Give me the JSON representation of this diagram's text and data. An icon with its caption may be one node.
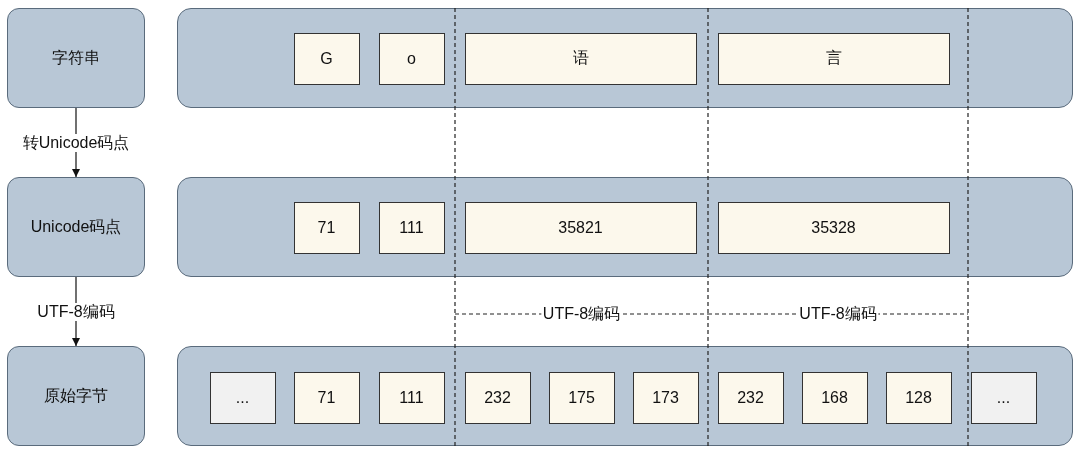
{
  "diagram": {
    "nodes": [
      {
        "text": [
          "字符串"
        ]
      },
      {
        "text": [],
        "shape": "box"
      },
      {
        "text": [
          "G"
        ],
        "in": 1
      },
      {
        "text": [
          "o"
        ],
        "in": 1
      },
      {
        "text": [
          "语"
        ],
        "in": 1
      },
      {
        "text": [
          "言"
        ],
        "in": 1
      },
      {
        "text": [
          "Unicode码点"
        ]
      },
      {
        "text": [],
        "shape": "box"
      },
      {
        "text": [
          "71"
        ],
        "in": 7
      },
      {
        "text": [
          "111"
        ],
        "in": 7
      },
      {
        "text": [
          "35821"
        ],
        "in": 7
      },
      {
        "text": [
          "35328"
        ],
        "in": 7
      },
      {
        "text": [
          "原始字节"
        ]
      },
      {
        "text": [],
        "shape": "box"
      },
      {
        "text": [
          "..."
        ],
        "in": 13
      },
      {
        "text": [
          "71"
        ],
        "in": 13
      },
      {
        "text": [
          "111"
        ],
        "in": 13
      },
      {
        "text": [
          "232"
        ],
        "in": 13
      },
      {
        "text": [
          "175"
        ],
        "in": 13
      },
      {
        "text": [
          "173"
        ],
        "in": 13
      },
      {
        "text": [
          "232"
        ],
        "in": 13
      },
      {
        "text": [
          "168"
        ],
        "in": 13
      },
      {
        "text": [
          "128"
        ],
        "in": 13
      },
      {
        "text": [
          "..."
        ],
        "in": 13
      }
    ],
    "edges": [
      {
        "from": 0,
        "to": 6,
        "arrow": "to",
        "label": "转Unicode码点"
      },
      {
        "from": 6,
        "to": 12,
        "arrow": "to",
        "label": "UTF-8编码"
      }
    ],
    "labels": [
      "UTF-8编码",
      "UTF-8编码"
    ]
  }
}
